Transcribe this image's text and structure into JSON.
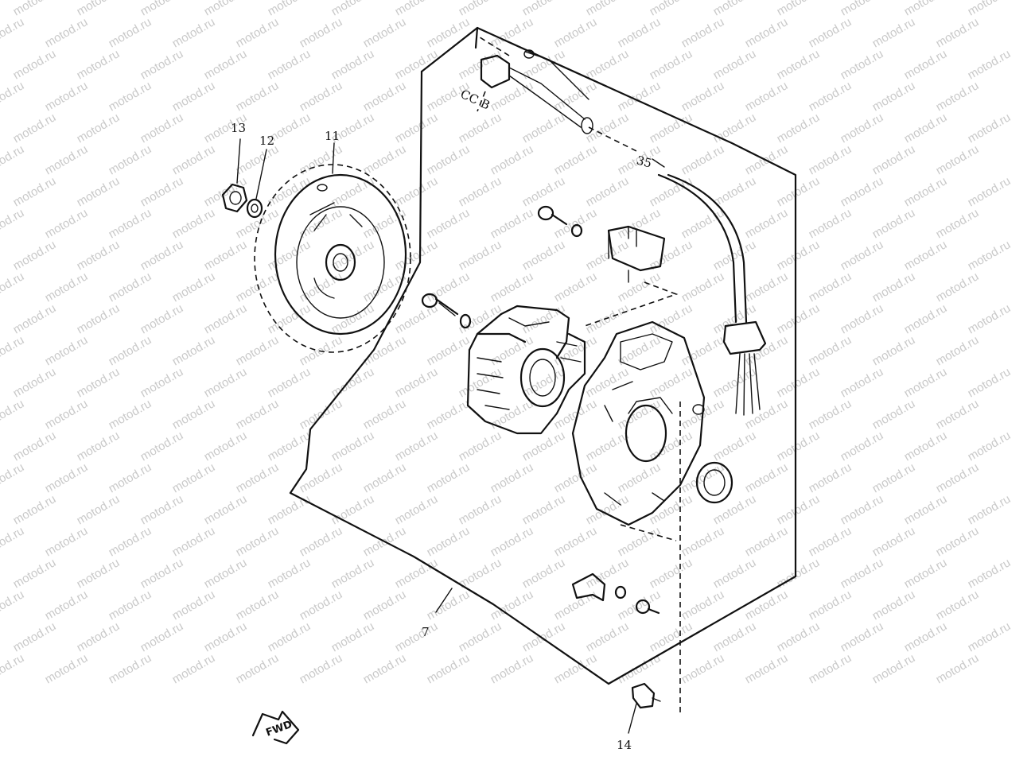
{
  "watermark": {
    "text": "motod.ru"
  },
  "callouts": [
    {
      "id": "13",
      "label": "13"
    },
    {
      "id": "12",
      "label": "12"
    },
    {
      "id": "11",
      "label": "11"
    },
    {
      "id": "35",
      "label": "35"
    },
    {
      "id": "7",
      "label": "7"
    },
    {
      "id": "14",
      "label": "14"
    },
    {
      "id": "cc",
      "label": "CC B"
    }
  ],
  "fwd": {
    "label": "FWD"
  }
}
